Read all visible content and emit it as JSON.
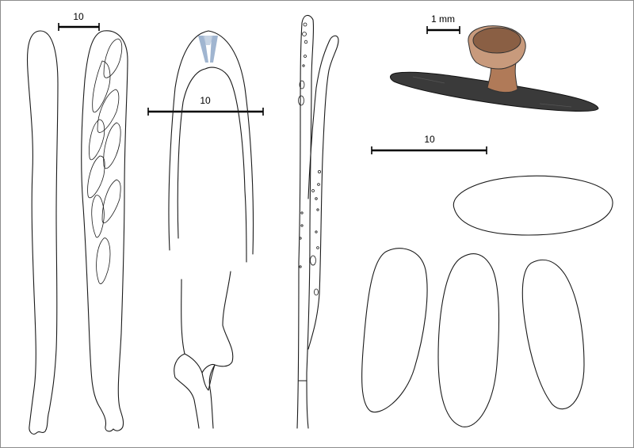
{
  "scale_bars": {
    "asci": "10",
    "apex": "10",
    "fruitbody": "1 mm",
    "spores": "10"
  },
  "colors": {
    "substrate": "#3a3a3a",
    "cup_outer": "#c89a7c",
    "cup_inner": "#8a5f44",
    "stipe": "#b07a58",
    "amyloid_stain": "#8fa8c8",
    "outline": "#1a1a1a"
  }
}
